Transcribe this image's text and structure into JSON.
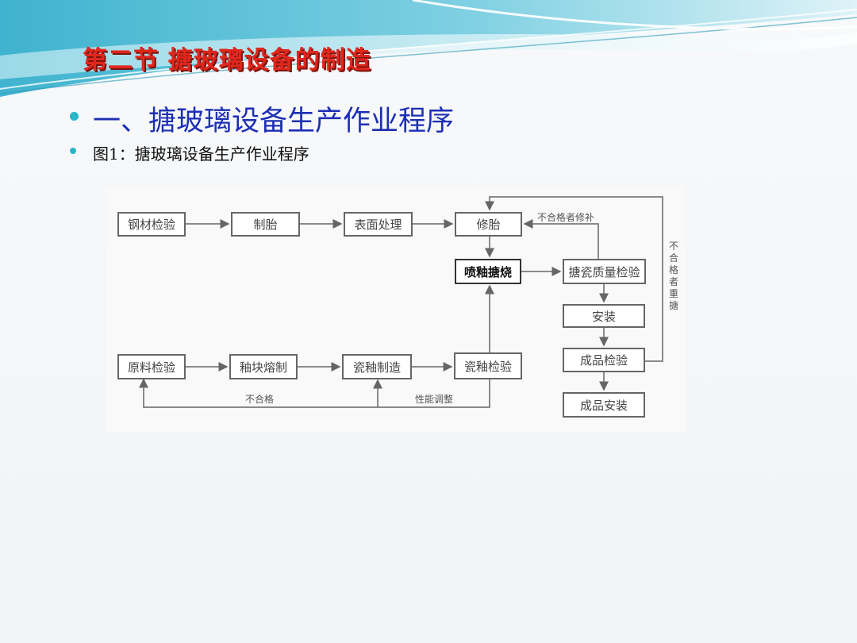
{
  "slide": {
    "title": "第二节 搪玻璃设备的制造",
    "heading": "一、搪玻璃设备生产作业程序",
    "caption": "图1：搪玻璃设备生产作业程序"
  },
  "flowchart": {
    "nodes": {
      "steel_inspect": "钢材检验",
      "make_blank": "制胎",
      "surface_treat": "表面处理",
      "repair_blank": "修胎",
      "spray_fire": "喷釉搪烧",
      "enamel_quality": "搪瓷质量检验",
      "install": "安装",
      "product_inspect": "成品检验",
      "product_install": "成品安装",
      "raw_inspect": "原料检验",
      "glaze_melt": "釉块熔制",
      "porcelain_make": "瓷釉制造",
      "porcelain_inspect": "瓷釉检验"
    },
    "notes": {
      "fail_repair": "不合格者修补",
      "fail_redo": "不合格者重搪",
      "fail": "不合格",
      "perf_adjust": "性能调整"
    }
  },
  "colors": {
    "title": "#e1261c",
    "heading": "#1d2fb4",
    "bullet": "#29b6c8"
  }
}
